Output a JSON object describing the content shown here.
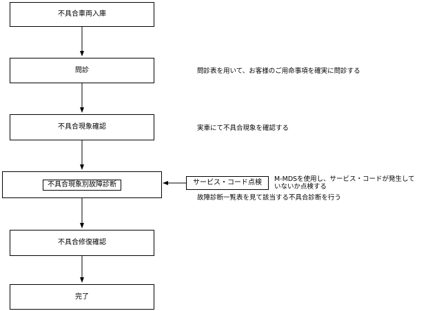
{
  "steps": {
    "s1": "不具合車両入庫",
    "s2": "問診",
    "s3": "不具合現象確認",
    "s4": "不具合現象別故障診断",
    "s5": "不具合修復確認",
    "s6": "完了"
  },
  "side_box": "サービス・コード点検",
  "notes": {
    "interview": "問診表を用いて、お客様のご用命事項を確実に問診する",
    "confirm": "実車にて不具合現象を確認する",
    "service_code_line1": "M-MDSを使用し、サービス・コードが発生して",
    "service_code_line2": "いないか点検する",
    "diagnosis": "故障診断一覧表を見て該当する不具合診断を行う"
  }
}
